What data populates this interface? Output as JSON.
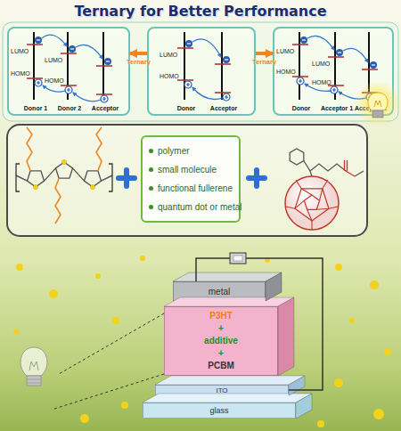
{
  "diagram": {
    "title": "Ternary for Better Performance",
    "nodes": [
      {
        "text": [
          "LUMO",
          "LUMO",
          "HOMO",
          "HOMO",
          "Donor 1",
          "Donor 2",
          "Acceptor"
        ]
      },
      {
        "text": [
          "LUMO",
          "HOMO",
          "Donor",
          "Acceptor"
        ]
      },
      {
        "text": [
          "LUMO",
          "LUMO",
          "HOMO",
          "HOMO",
          "Donor",
          "Acceptor 1",
          "Acceptor 2"
        ]
      },
      {
        "text": [
          "polymer",
          "small molecule",
          "functional fullerene",
          "quantum dot or metal"
        ]
      },
      {
        "text": [
          "metal"
        ]
      },
      {
        "text": [
          "P3HT",
          "+",
          "additive",
          "+",
          "PCBM"
        ]
      },
      {
        "text": [
          "ITO"
        ]
      },
      {
        "text": [
          "glass"
        ]
      }
    ],
    "edges": [
      {
        "from": 1,
        "to": 0,
        "arrow": "to",
        "label": "Ternary"
      },
      {
        "from": 1,
        "to": 2,
        "arrow": "to",
        "label": "Ternary"
      },
      {
        "from": 4,
        "to": 6,
        "arrow": "none"
      }
    ]
  }
}
